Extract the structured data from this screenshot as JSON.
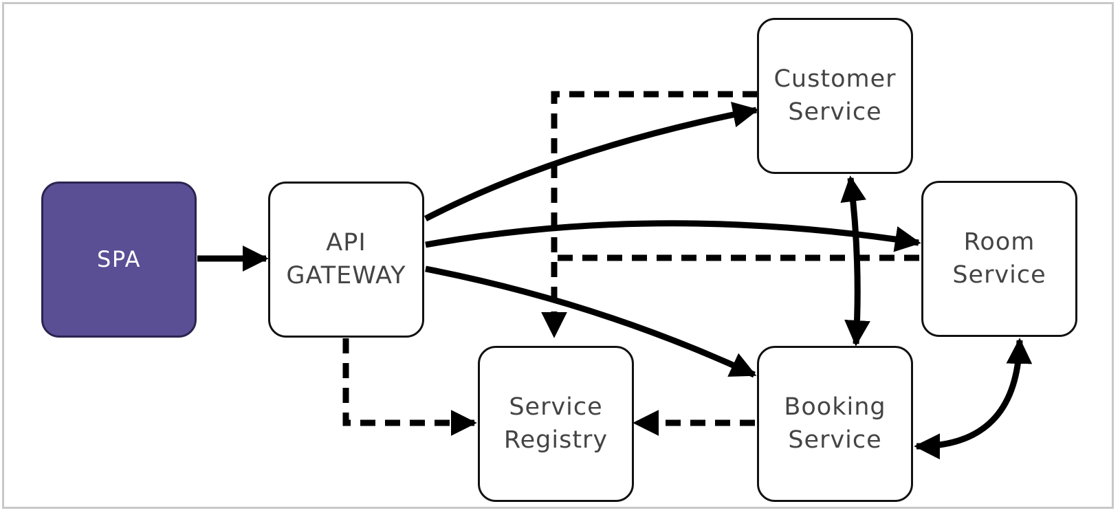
{
  "diagram": {
    "colors": {
      "spa_fill": "#5a4f94",
      "node_fill": "#ffffff",
      "stroke": "#111111",
      "text": "#444444"
    },
    "nodes": {
      "spa": {
        "label": "SPA"
      },
      "api_gateway": {
        "label": "API\nGATEWAY"
      },
      "customer_service": {
        "label": "Customer\nService"
      },
      "room_service": {
        "label": "Room\nService"
      },
      "service_registry": {
        "label": "Service\nRegistry"
      },
      "booking_service": {
        "label": "Booking\nService"
      }
    },
    "edges": [
      {
        "from": "spa",
        "to": "api_gateway",
        "style": "solid",
        "direction": "forward"
      },
      {
        "from": "api_gateway",
        "to": "customer_service",
        "style": "solid",
        "direction": "forward"
      },
      {
        "from": "api_gateway",
        "to": "room_service",
        "style": "solid",
        "direction": "forward"
      },
      {
        "from": "api_gateway",
        "to": "booking_service",
        "style": "solid",
        "direction": "forward"
      },
      {
        "from": "customer_service",
        "to": "booking_service",
        "style": "solid",
        "direction": "both"
      },
      {
        "from": "room_service",
        "to": "booking_service",
        "style": "solid",
        "direction": "both"
      },
      {
        "from": "api_gateway",
        "to": "service_registry",
        "style": "dashed",
        "direction": "forward"
      },
      {
        "from": "customer_service",
        "to": "service_registry",
        "style": "dashed",
        "direction": "forward"
      },
      {
        "from": "room_service",
        "to": "service_registry",
        "style": "dashed",
        "direction": "forward"
      },
      {
        "from": "booking_service",
        "to": "service_registry",
        "style": "dashed",
        "direction": "forward"
      }
    ]
  }
}
